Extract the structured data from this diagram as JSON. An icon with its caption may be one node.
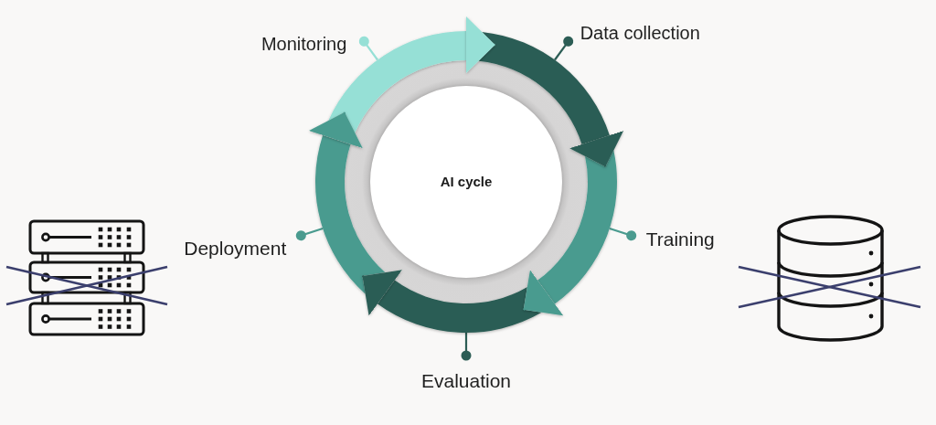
{
  "diagram": {
    "nodes": [
      {
        "text": [
          "AI cycle"
        ]
      },
      {
        "text": [],
        "shape": "arrow"
      },
      {
        "text": [],
        "shape": "arrow"
      },
      {
        "text": [],
        "shape": "arrow"
      },
      {
        "text": [],
        "shape": "arrow"
      },
      {
        "text": [],
        "shape": "arrow"
      },
      {
        "text": [
          "Data collection"
        ]
      },
      {
        "text": [
          "Training"
        ]
      },
      {
        "text": [
          "Evaluation"
        ]
      },
      {
        "text": [
          "Deployment"
        ]
      },
      {
        "text": [
          "Monitoring"
        ]
      }
    ],
    "edges": [
      {
        "from": 6,
        "to": 1,
        "arrow": "other",
        "color": "#2c5d55"
      },
      {
        "from": 7,
        "to": 2,
        "arrow": "other",
        "color": "#4a9b8f"
      },
      {
        "from": 8,
        "to": 3,
        "arrow": "other",
        "color": "#2c5d55"
      },
      {
        "from": 9,
        "to": 4,
        "arrow": "other",
        "color": "#4a9b8f"
      },
      {
        "from": 10,
        "to": 5,
        "arrow": "other",
        "color": "#96e0d6"
      },
      {
        "from": 5,
        "to": 1,
        "arrow": "to",
        "color": "#96e0d6"
      },
      {
        "from": 1,
        "to": 2,
        "arrow": "to",
        "color": "#2c5d55"
      },
      {
        "from": 2,
        "to": 3,
        "arrow": "to",
        "color": "#4a9b8f"
      },
      {
        "from": 3,
        "to": 4,
        "arrow": "to",
        "color": "#2c5d55"
      },
      {
        "from": 4,
        "to": 5,
        "arrow": "to",
        "color": "#4a9b8f"
      }
    ]
  }
}
